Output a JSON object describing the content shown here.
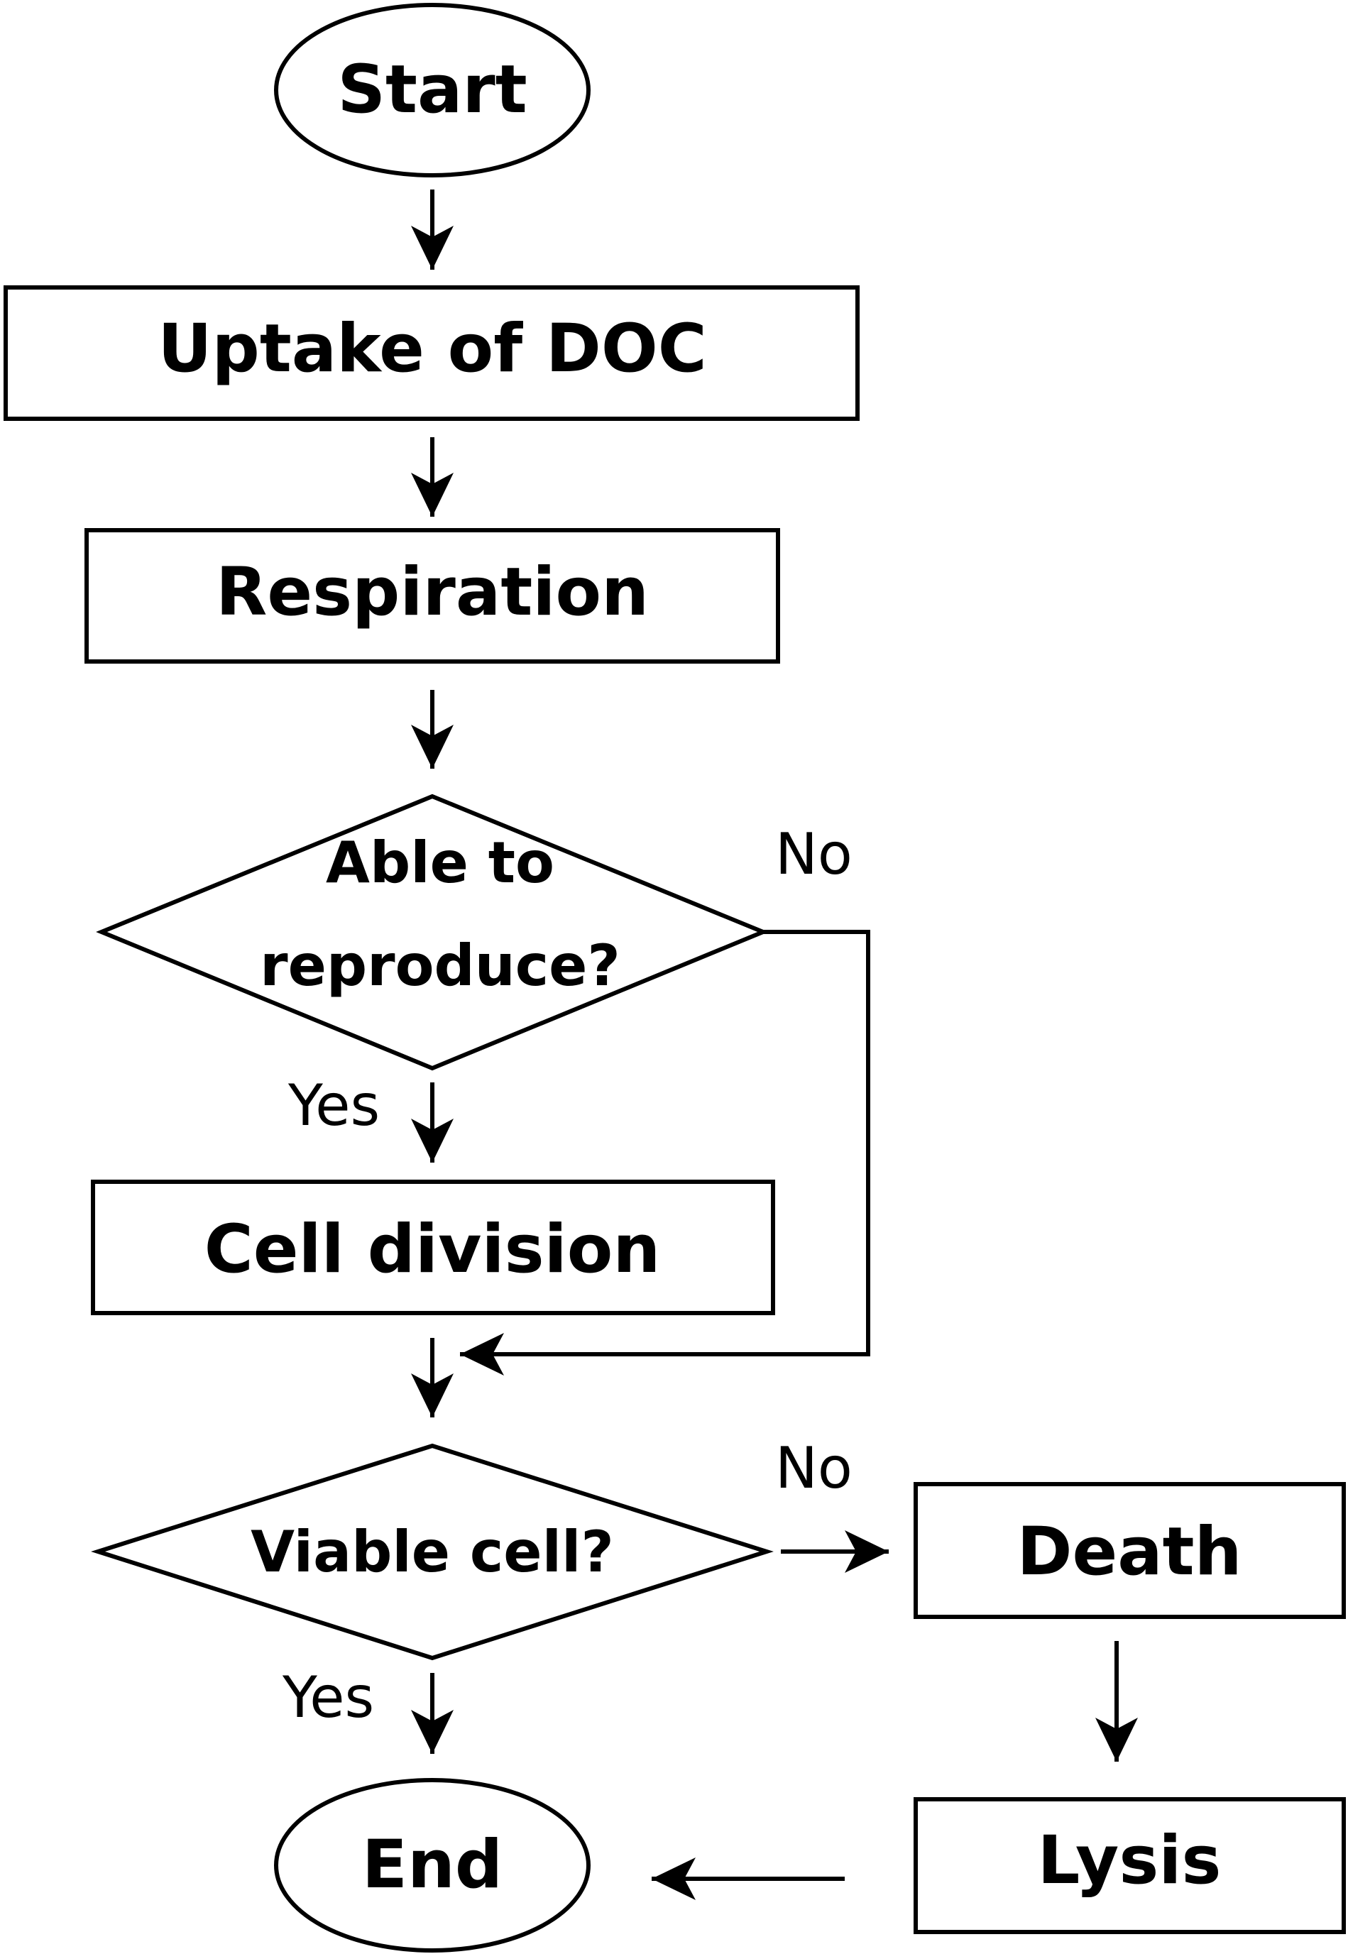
{
  "nodes": {
    "start": "Start",
    "uptake": "Uptake of DOC",
    "respiration": "Respiration",
    "reproduce_line1": "Able to",
    "reproduce_line2": "reproduce?",
    "cell_division": "Cell division",
    "viable": "Viable cell?",
    "death": "Death",
    "lysis": "Lysis",
    "end": "End"
  },
  "edges": {
    "reproduce_yes": "Yes",
    "reproduce_no": "No",
    "viable_yes": "Yes",
    "viable_no": "No"
  }
}
